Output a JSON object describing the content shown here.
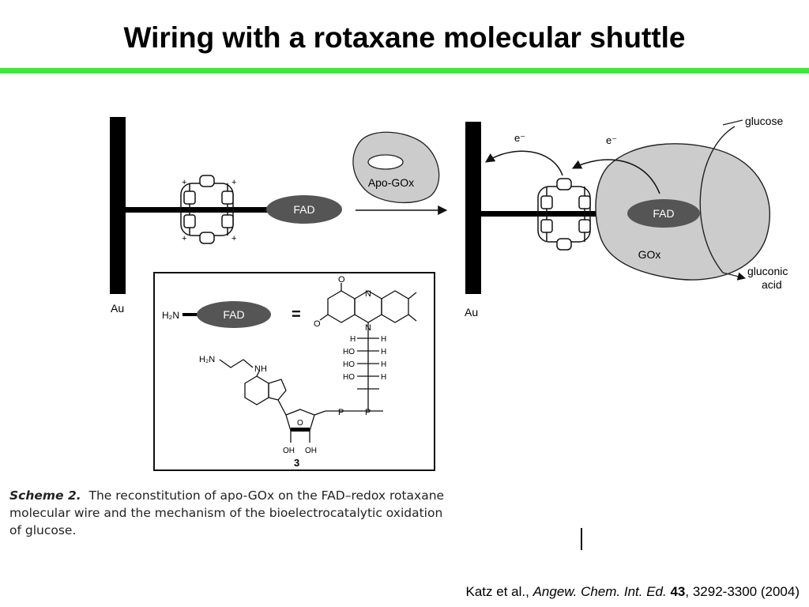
{
  "title": "Wiring with a rotaxane molecular shuttle",
  "scheme": {
    "left_electrode": "Au",
    "right_electrode": "Au",
    "fad": "FAD",
    "apo_gox": "Apo-GOx",
    "gox": "GOx",
    "electron": "e⁻",
    "glucose": "glucose",
    "gluconic_line1": "gluconic",
    "gluconic_line2": "acid",
    "inset": {
      "h2n": "H₂N",
      "fad": "FAD",
      "equals": "=",
      "compound": "3",
      "oh1": "OH",
      "oh2": "OH",
      "ho": "HO",
      "h": "H",
      "nh": "NH",
      "n": "N",
      "o": "O",
      "p": "P",
      "h2n_amine": "H₂N"
    }
  },
  "caption": {
    "label": "Scheme 2.",
    "text": "The reconstitution of apo-GOx on the FAD–redox rotaxane molecular wire and the mechanism of the bioelectrocatalytic oxidation of glucose."
  },
  "citation": {
    "authors": "Katz et al.,",
    "journal": "Angew. Chem. Int. Ed.",
    "volume": "43",
    "rest": ", 3292-3300 (2004)"
  }
}
